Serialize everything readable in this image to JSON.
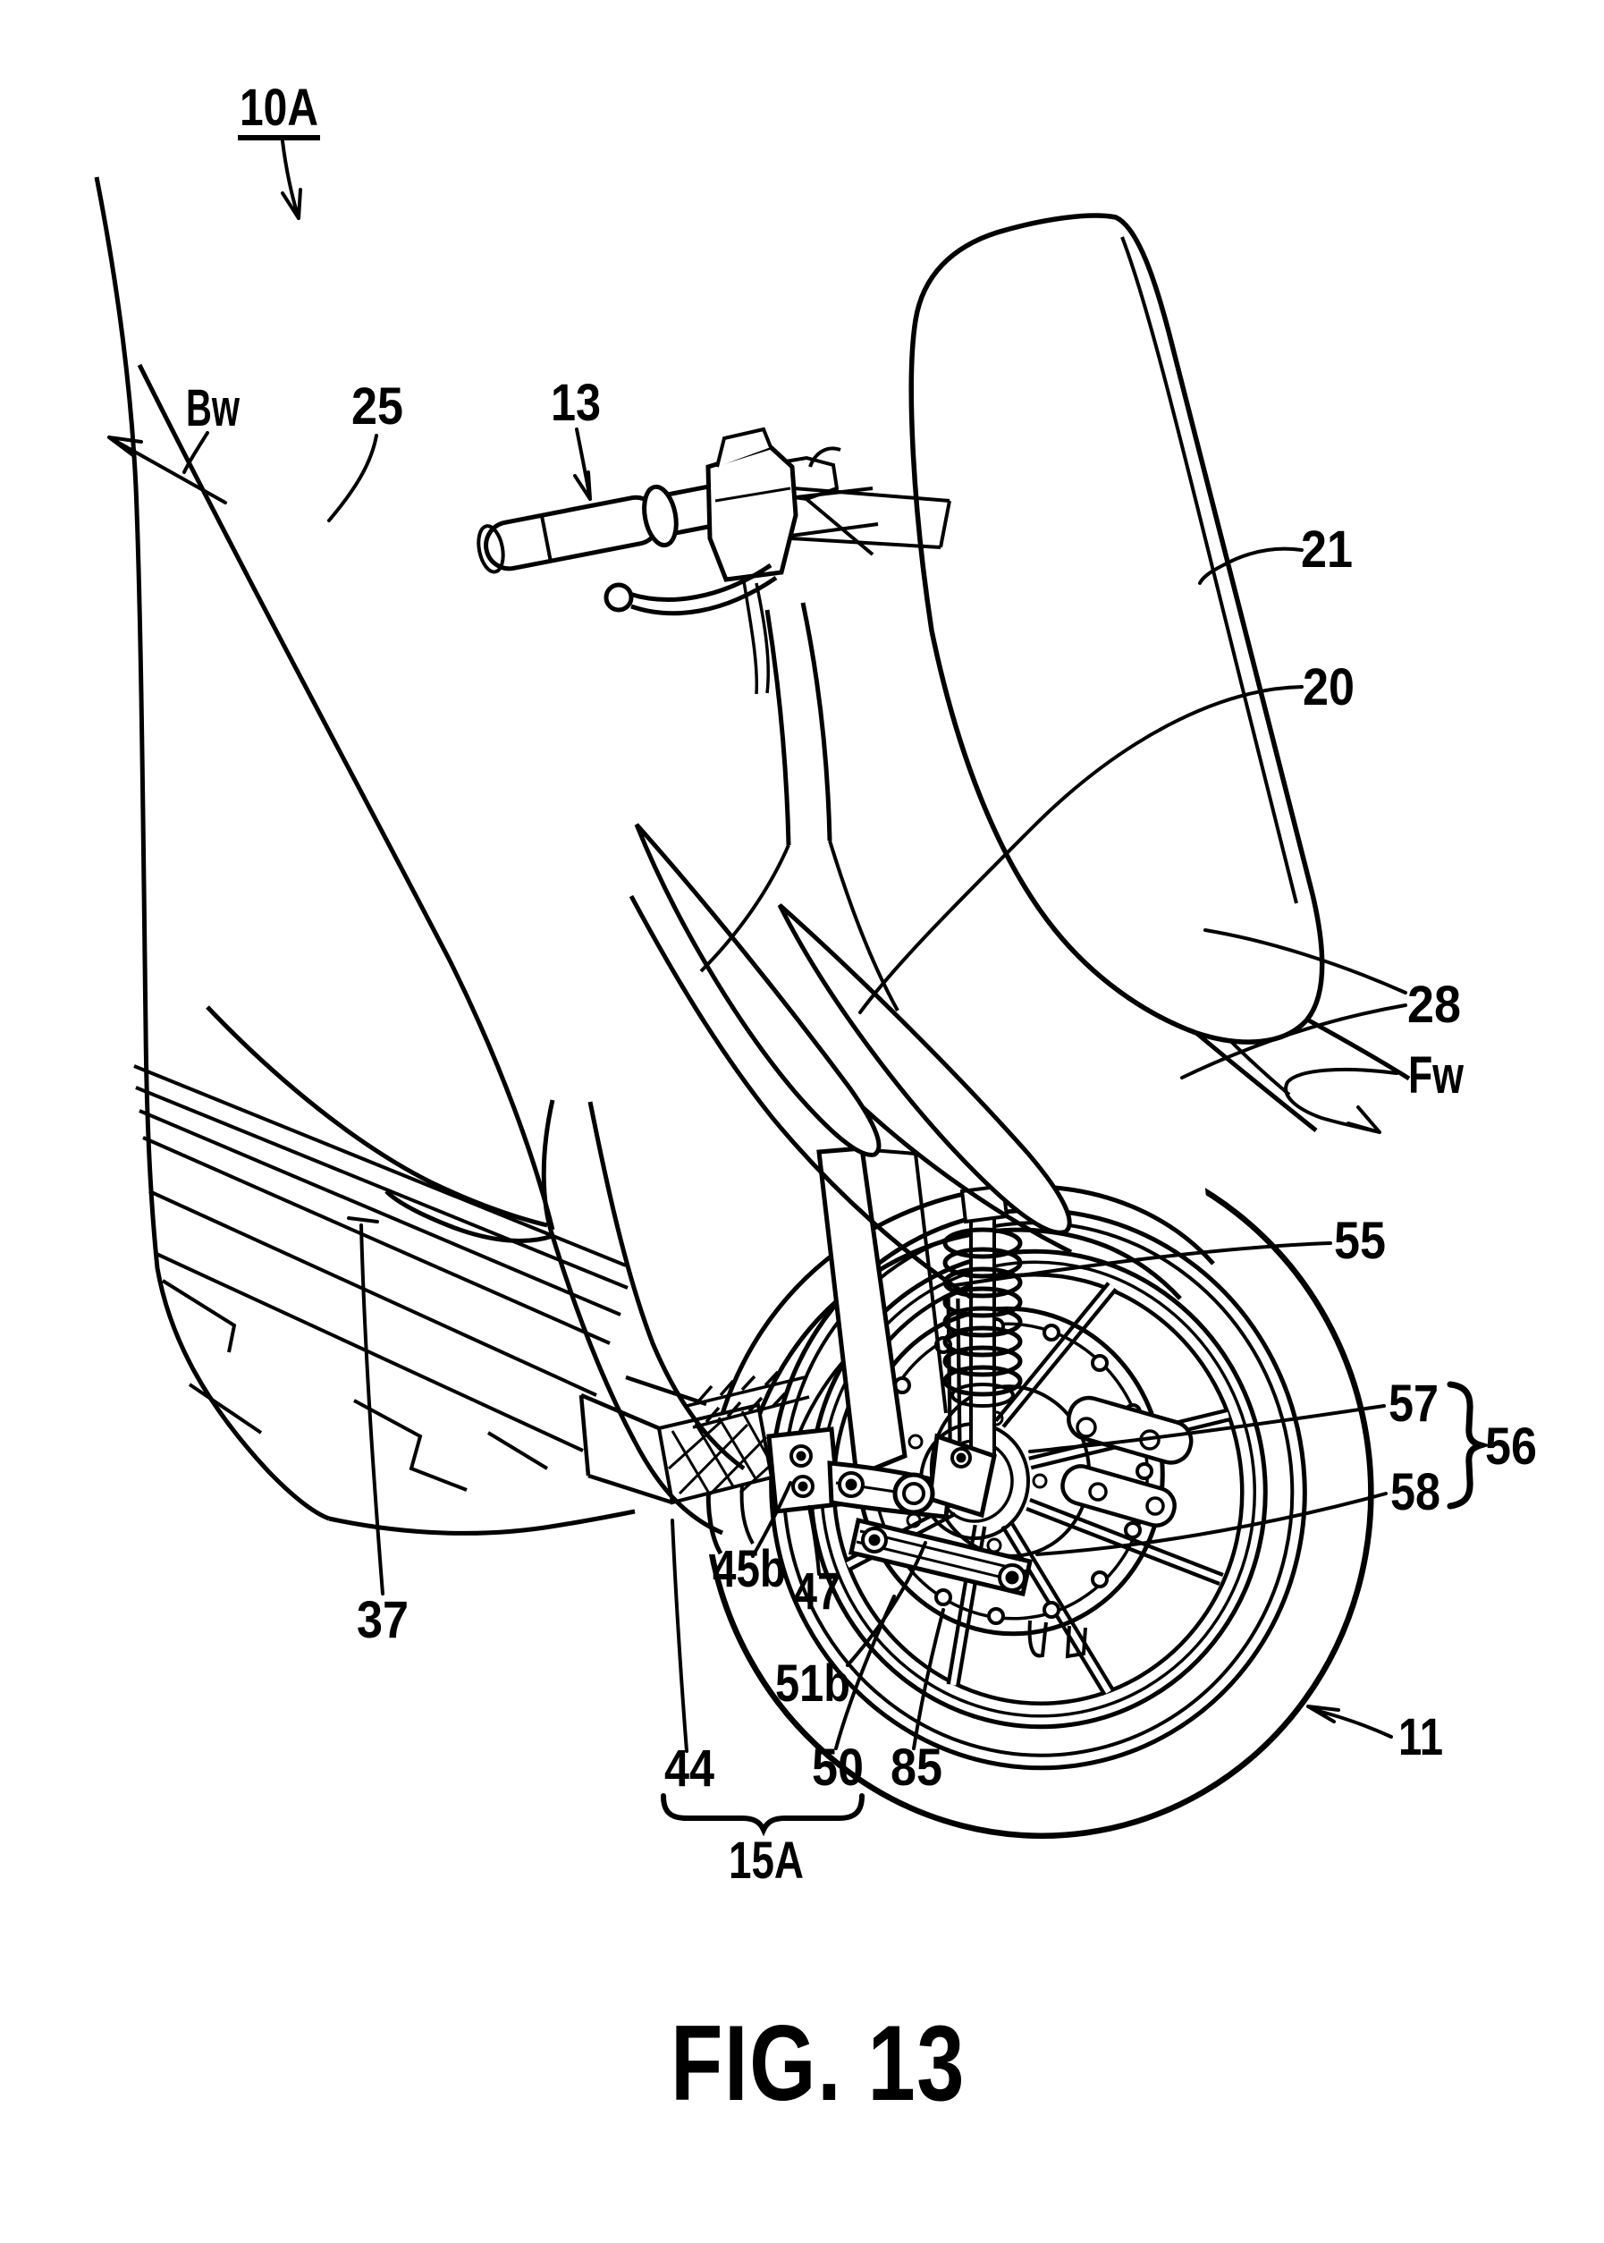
{
  "figure": {
    "type": "patent-line-drawing",
    "subject": "scooter front wheel suspension and link mechanism, front three-quarter view",
    "colors": {
      "line": "#000000",
      "background": "#ffffff"
    },
    "caption": {
      "text": "FIG. 13"
    },
    "labels": [
      {
        "text": "10A",
        "kind": "figure-reference-underlined"
      },
      {
        "text": "Bw",
        "kind": "direction-arrow"
      },
      {
        "text": "25",
        "kind": "reference-numeral"
      },
      {
        "text": "13",
        "kind": "reference-numeral"
      },
      {
        "text": "21",
        "kind": "reference-numeral"
      },
      {
        "text": "20",
        "kind": "reference-numeral"
      },
      {
        "text": "28",
        "kind": "reference-numeral"
      },
      {
        "text": "Fw",
        "kind": "direction-arrow"
      },
      {
        "text": "55",
        "kind": "reference-numeral"
      },
      {
        "text": "57",
        "kind": "reference-numeral"
      },
      {
        "text": "56",
        "kind": "reference-numeral-braced-group"
      },
      {
        "text": "58",
        "kind": "reference-numeral"
      },
      {
        "text": "37",
        "kind": "reference-numeral"
      },
      {
        "text": "45b",
        "kind": "reference-numeral"
      },
      {
        "text": "47",
        "kind": "reference-numeral"
      },
      {
        "text": "51b",
        "kind": "reference-numeral"
      },
      {
        "text": "44",
        "kind": "reference-numeral"
      },
      {
        "text": "50",
        "kind": "reference-numeral"
      },
      {
        "text": "85",
        "kind": "reference-numeral"
      },
      {
        "text": "15A",
        "kind": "reference-numeral-braced-group"
      },
      {
        "text": "11",
        "kind": "reference-numeral"
      }
    ]
  }
}
